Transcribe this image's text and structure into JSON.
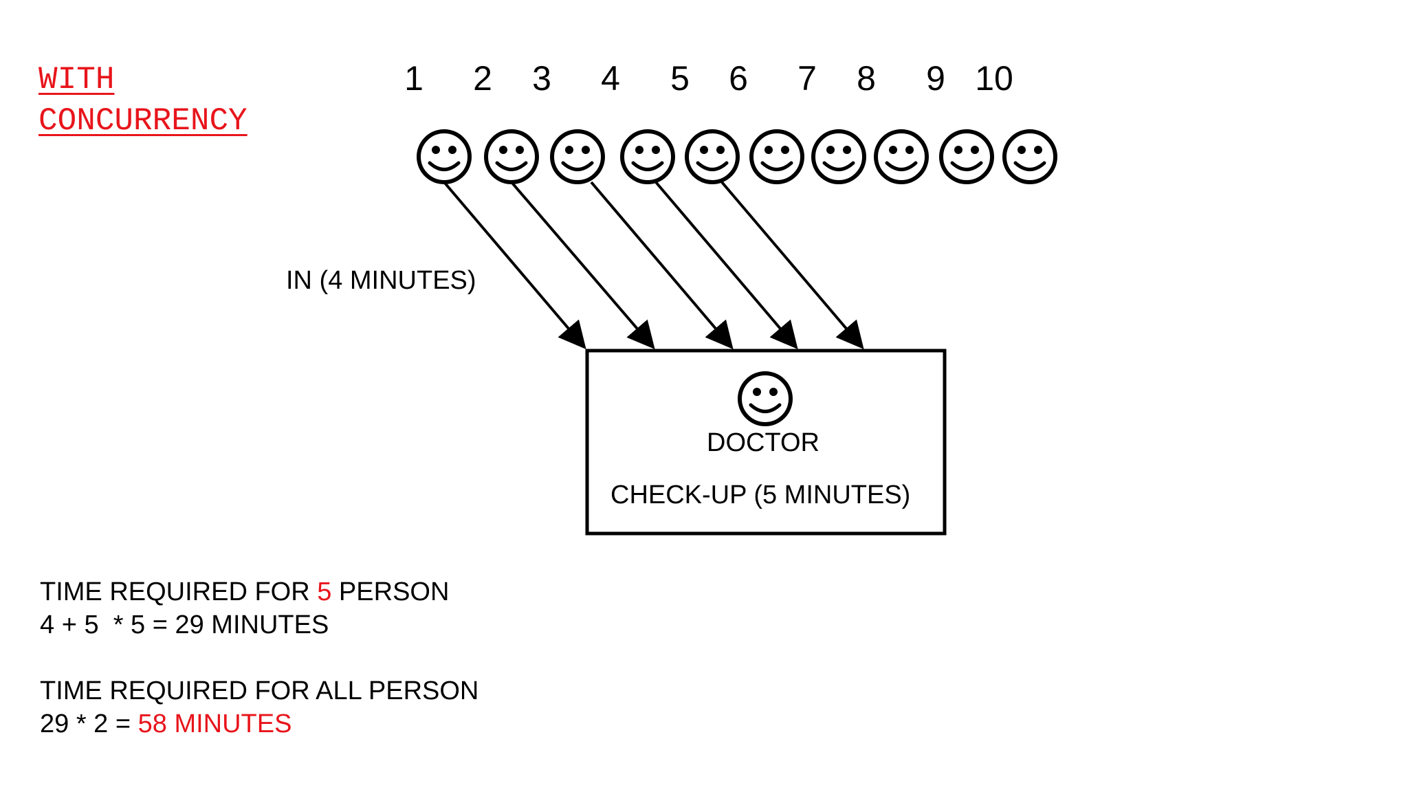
{
  "title": {
    "line1": "WITH",
    "line2": "CONCURRENCY"
  },
  "persons": [
    "1",
    "2",
    "3",
    "4",
    "5",
    "6",
    "7",
    "8",
    "9",
    "10"
  ],
  "in_label": "IN (4 MINUTES)",
  "doctor": {
    "label": "DOCTOR",
    "checkup": "CHECK-UP (5 MINUTES)"
  },
  "summary": {
    "line1_pre": "TIME REQUIRED FOR ",
    "line1_highlight": "5",
    "line1_post": " PERSON",
    "line2": "4 + 5  * 5 = 29 MINUTES",
    "line3": "TIME REQUIRED FOR ALL PERSON",
    "line4_pre": "29 * 2 = ",
    "line4_highlight": "58 MINUTES"
  },
  "colors": {
    "highlight": "#e8141b",
    "ink": "#000000"
  }
}
